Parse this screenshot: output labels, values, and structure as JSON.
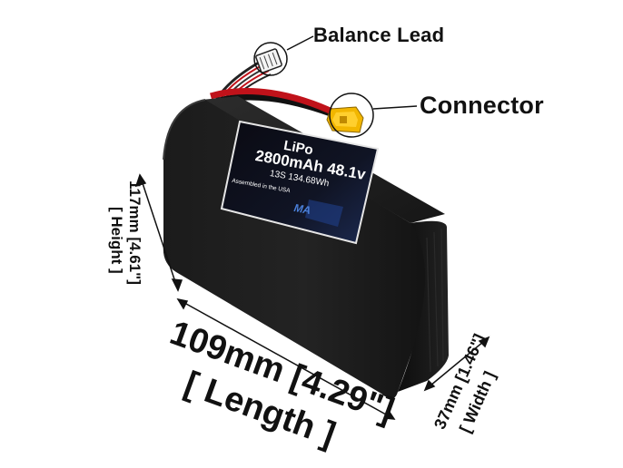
{
  "callouts": {
    "balance_lead": "Balance Lead",
    "connector": "Connector"
  },
  "dimensions": {
    "length_value": "109mm [4.29\"]",
    "length_word": "[ Length ]",
    "height_value": "117mm [4.61\"]",
    "height_word": "[ Height ]",
    "width_value": "37mm [1.46\"]",
    "width_word": "[ Width ]"
  },
  "battery_label": {
    "chemistry": "LiPo",
    "spec": "2800mAh 48.1v",
    "cells": "13S 134.68Wh",
    "assembled": "Assembled in the USA",
    "brand": "MA"
  },
  "colors": {
    "battery_body": "#1a1a1a",
    "label_bg": "#000000",
    "connector": "#f2b600",
    "wire_red": "#c0121a"
  }
}
